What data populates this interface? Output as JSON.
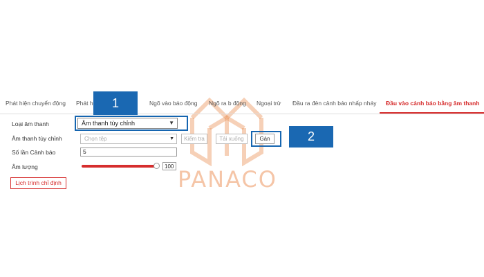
{
  "tabs": [
    {
      "label": "Phát hiện chuyển động",
      "active": false
    },
    {
      "label": "Phát h",
      "active": false
    },
    {
      "label": "Ngõ vào báo động",
      "active": false
    },
    {
      "label": "Ngõ ra b động",
      "active": false
    },
    {
      "label": "Ngoại trừ",
      "active": false
    },
    {
      "label": "Đầu ra đèn cảnh báo nhấp nháy",
      "active": false
    },
    {
      "label": "Đầu vào cảnh báo bằng âm thanh",
      "active": true
    }
  ],
  "form": {
    "sound_type": {
      "label": "Loại âm thanh",
      "value": "Âm thanh tùy chỉnh"
    },
    "custom_sound": {
      "label": "Âm thanh tùy chỉnh",
      "placeholder": "Chọn tệp"
    },
    "check_button": "Kiểm tra",
    "upload_button": "Tải xuống",
    "assign_button": "Gán",
    "alarm_count": {
      "label": "Số lần Cảnh báo",
      "value": "5"
    },
    "volume": {
      "label": "Âm lượng",
      "value": "100",
      "level": 1.0
    },
    "schedule_button": "Lịch trình chỉ định"
  },
  "callouts": [
    "1",
    "2"
  ],
  "watermark": "PANACO",
  "colors": {
    "accent": "#d62d2d",
    "callout": "#1a68b2",
    "watermark": "#ec965f"
  },
  "icons": {
    "dropdown": "chevron-down-icon",
    "logo": "panaco-logo-icon"
  }
}
